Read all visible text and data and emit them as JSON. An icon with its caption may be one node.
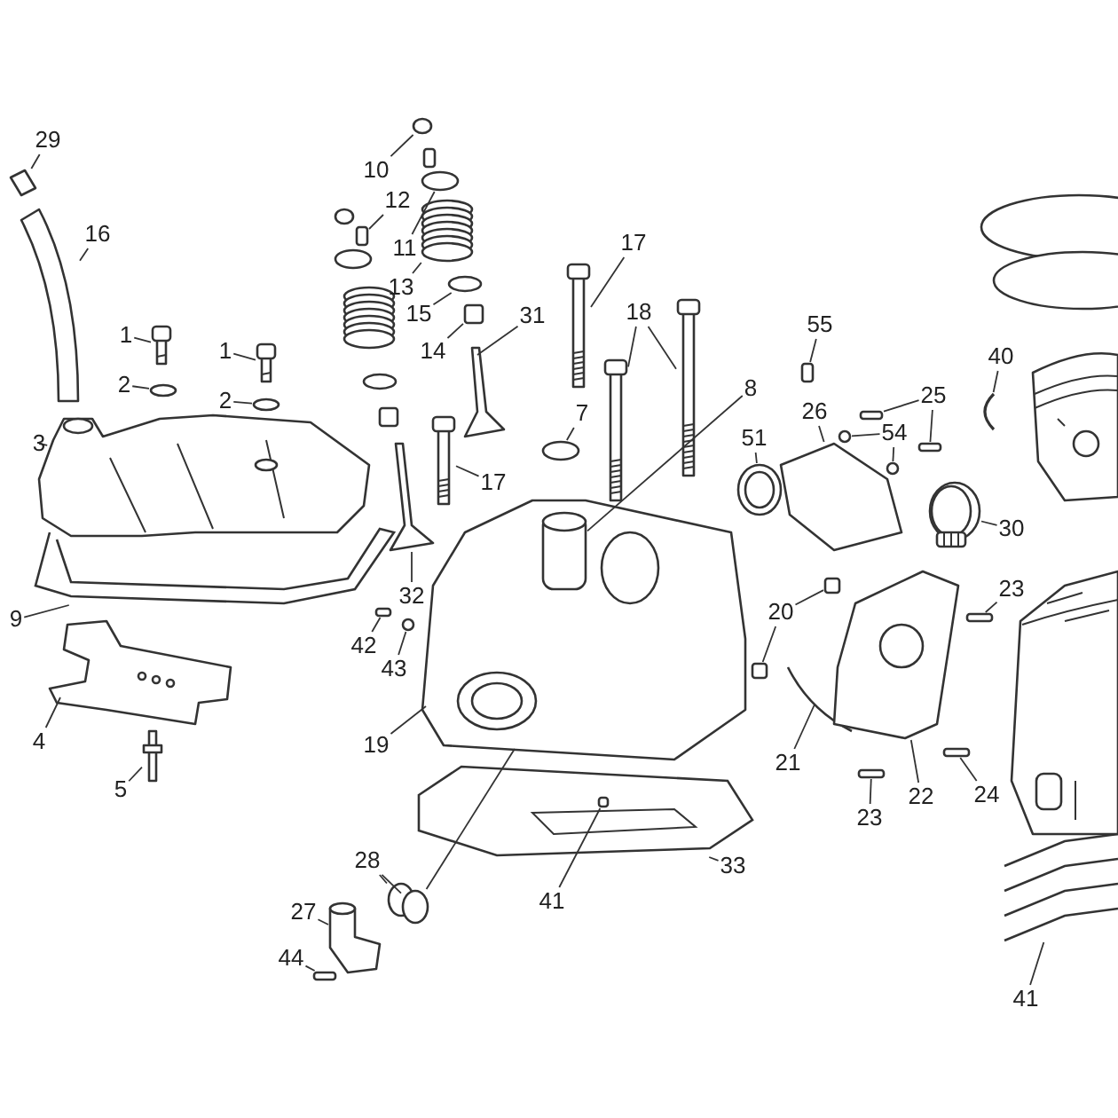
{
  "diagram": {
    "nodes": [
      {
        "text": [
          "29"
        ]
      },
      {
        "text": [
          "16"
        ]
      },
      {
        "text": [
          "10"
        ]
      },
      {
        "text": [
          "12"
        ]
      },
      {
        "text": [
          "11"
        ]
      },
      {
        "text": [
          "13"
        ]
      },
      {
        "text": [
          "15"
        ]
      },
      {
        "text": [
          "14"
        ]
      },
      {
        "text": [
          "31"
        ]
      },
      {
        "text": [
          "17"
        ]
      },
      {
        "text": [
          "18"
        ]
      },
      {
        "text": [
          "55"
        ]
      },
      {
        "text": [
          "8"
        ]
      },
      {
        "text": [
          "26"
        ]
      },
      {
        "text": [
          "25"
        ]
      },
      {
        "text": [
          "54"
        ]
      },
      {
        "text": [
          "40"
        ]
      },
      {
        "text": [
          "7"
        ]
      },
      {
        "text": [
          "51"
        ]
      },
      {
        "text": [
          "1"
        ]
      },
      {
        "text": [
          "1"
        ]
      },
      {
        "text": [
          "2"
        ]
      },
      {
        "text": [
          "2"
        ]
      },
      {
        "text": [
          "3"
        ]
      },
      {
        "text": [
          "17"
        ]
      },
      {
        "text": [
          "30"
        ]
      },
      {
        "text": [
          "32"
        ]
      },
      {
        "text": [
          "9"
        ]
      },
      {
        "text": [
          "42"
        ]
      },
      {
        "text": [
          "43"
        ]
      },
      {
        "text": [
          "20"
        ]
      },
      {
        "text": [
          "23"
        ]
      },
      {
        "text": [
          "4"
        ]
      },
      {
        "text": [
          "19"
        ]
      },
      {
        "text": [
          "21"
        ]
      },
      {
        "text": [
          "22"
        ]
      },
      {
        "text": [
          "5"
        ]
      },
      {
        "text": [
          "24"
        ]
      },
      {
        "text": [
          "23"
        ]
      },
      {
        "text": [
          "28"
        ]
      },
      {
        "text": [
          "33"
        ]
      },
      {
        "text": [
          "41"
        ]
      },
      {
        "text": [
          "27"
        ]
      },
      {
        "text": [
          "44"
        ]
      },
      {
        "text": [
          "41"
        ]
      },
      {
        "text": [],
        "shape": "picture"
      },
      {
        "text": [],
        "shape": "picture"
      },
      {
        "text": [],
        "shape": "circle"
      },
      {
        "text": [],
        "shape": "box"
      },
      {
        "text": [],
        "shape": "circle"
      },
      {
        "text": [],
        "shape": "picture"
      },
      {
        "text": [],
        "shape": "circle"
      },
      {
        "text": [],
        "shape": "box"
      },
      {
        "text": [],
        "shape": "picture"
      },
      {
        "text": [],
        "shape": "picture"
      },
      {
        "text": [],
        "shape": "picture"
      },
      {
        "text": [],
        "shape": "picture"
      },
      {
        "text": [],
        "shape": "box"
      },
      {
        "text": [],
        "shape": "picture",
        "in": 82
      },
      {
        "text": [],
        "shape": "picture"
      },
      {
        "text": [],
        "shape": "box"
      },
      {
        "text": [],
        "shape": "box"
      },
      {
        "text": [],
        "shape": "circle"
      },
      {
        "text": [],
        "shape": "circle"
      },
      {
        "text": [],
        "shape": "picture"
      },
      {
        "text": [],
        "shape": "circle"
      },
      {
        "text": [],
        "shape": "picture"
      },
      {
        "text": [],
        "shape": "picture"
      },
      {
        "text": [],
        "shape": "picture"
      },
      {
        "text": [],
        "shape": "circle"
      },
      {
        "text": [],
        "shape": "circle"
      },
      {
        "text": [],
        "shape": "picture"
      },
      {
        "text": [],
        "shape": "picture"
      },
      {
        "text": [],
        "shape": "picture"
      },
      {
        "text": [],
        "shape": "picture"
      },
      {
        "text": [],
        "shape": "picture"
      },
      {
        "text": [],
        "shape": "box"
      },
      {
        "text": [],
        "shape": "circle"
      },
      {
        "text": [],
        "shape": "box"
      },
      {
        "text": [],
        "shape": "box"
      },
      {
        "text": [],
        "shape": "box"
      },
      {
        "text": [],
        "shape": "picture"
      },
      {
        "text": [],
        "shape": "picture"
      },
      {
        "text": [],
        "shape": "picture"
      },
      {
        "text": [],
        "shape": "picture"
      },
      {
        "text": [],
        "shape": "picture"
      },
      {
        "text": [],
        "shape": "box"
      },
      {
        "text": [],
        "shape": "box"
      },
      {
        "text": [],
        "shape": "circle"
      },
      {
        "text": [],
        "shape": "circle"
      },
      {
        "text": [],
        "shape": "picture"
      },
      {
        "text": [],
        "shape": "box",
        "in": 90
      },
      {
        "text": [],
        "shape": "picture"
      },
      {
        "text": [],
        "shape": "box"
      },
      {
        "text": [],
        "shape": "picture"
      },
      {
        "text": [],
        "shape": "circle"
      },
      {
        "text": [],
        "shape": "box"
      },
      {
        "text": [],
        "shape": "circle"
      },
      {
        "text": [],
        "shape": "picture"
      },
      {
        "text": [],
        "shape": "circle"
      },
      {
        "text": [],
        "shape": "box"
      },
      {
        "text": [],
        "shape": "circle"
      },
      {
        "text": [],
        "shape": "circle"
      },
      {
        "text": [],
        "shape": "picture"
      },
      {
        "text": [],
        "shape": "picture"
      }
    ],
    "edges": [
      {
        "from": 0,
        "to": 45,
        "arrow": "none"
      },
      {
        "from": 1,
        "to": 46,
        "arrow": "none"
      },
      {
        "from": 2,
        "to": 47,
        "arrow": "none"
      },
      {
        "from": 3,
        "to": 48,
        "arrow": "none"
      },
      {
        "from": 4,
        "to": 49,
        "arrow": "none"
      },
      {
        "from": 5,
        "to": 50,
        "arrow": "none"
      },
      {
        "from": 6,
        "to": 51,
        "arrow": "none"
      },
      {
        "from": 7,
        "to": 52,
        "arrow": "none"
      },
      {
        "from": 8,
        "to": 53,
        "arrow": "none"
      },
      {
        "from": 9,
        "to": 54,
        "arrow": "none"
      },
      {
        "from": 10,
        "to": 55,
        "arrow": "none"
      },
      {
        "from": 10,
        "to": 56,
        "arrow": "none"
      },
      {
        "from": 11,
        "to": 57,
        "arrow": "none"
      },
      {
        "from": 12,
        "to": 58,
        "arrow": "none"
      },
      {
        "from": 13,
        "to": 59,
        "arrow": "none"
      },
      {
        "from": 14,
        "to": 60,
        "arrow": "none"
      },
      {
        "from": 14,
        "to": 61,
        "arrow": "none"
      },
      {
        "from": 15,
        "to": 62,
        "arrow": "none"
      },
      {
        "from": 15,
        "to": 63,
        "arrow": "none"
      },
      {
        "from": 16,
        "to": 64,
        "arrow": "none"
      },
      {
        "from": 17,
        "to": 65,
        "arrow": "none"
      },
      {
        "from": 18,
        "to": 66,
        "arrow": "none"
      },
      {
        "from": 19,
        "to": 67,
        "arrow": "none"
      },
      {
        "from": 20,
        "to": 68,
        "arrow": "none"
      },
      {
        "from": 21,
        "to": 69,
        "arrow": "none"
      },
      {
        "from": 22,
        "to": 70,
        "arrow": "none"
      },
      {
        "from": 23,
        "to": 71,
        "arrow": "none"
      },
      {
        "from": 24,
        "to": 72,
        "arrow": "none"
      },
      {
        "from": 25,
        "to": 73,
        "arrow": "none"
      },
      {
        "from": 26,
        "to": 74,
        "arrow": "none"
      },
      {
        "from": 27,
        "to": 75,
        "arrow": "none"
      },
      {
        "from": 28,
        "to": 76,
        "arrow": "none"
      },
      {
        "from": 29,
        "to": 77,
        "arrow": "none"
      },
      {
        "from": 30,
        "to": 78,
        "arrow": "none"
      },
      {
        "from": 30,
        "to": 79,
        "arrow": "none"
      },
      {
        "from": 31,
        "to": 80,
        "arrow": "none"
      },
      {
        "from": 32,
        "to": 81,
        "arrow": "none"
      },
      {
        "from": 33,
        "to": 82,
        "arrow": "none"
      },
      {
        "from": 34,
        "to": 83,
        "arrow": "none"
      },
      {
        "from": 35,
        "to": 84,
        "arrow": "none"
      },
      {
        "from": 36,
        "to": 85,
        "arrow": "none"
      },
      {
        "from": 37,
        "to": 86,
        "arrow": "none"
      },
      {
        "from": 38,
        "to": 87,
        "arrow": "none"
      },
      {
        "from": 39,
        "to": 88,
        "arrow": "none"
      },
      {
        "from": 39,
        "to": 89,
        "arrow": "none"
      },
      {
        "from": 40,
        "to": 90,
        "arrow": "none"
      },
      {
        "from": 41,
        "to": 91,
        "arrow": "none"
      },
      {
        "from": 42,
        "to": 92,
        "arrow": "none"
      },
      {
        "from": 43,
        "to": 93,
        "arrow": "none"
      },
      {
        "from": 44,
        "to": 94,
        "arrow": "none"
      },
      {
        "from": 89,
        "to": 82,
        "arrow": "none"
      }
    ]
  }
}
